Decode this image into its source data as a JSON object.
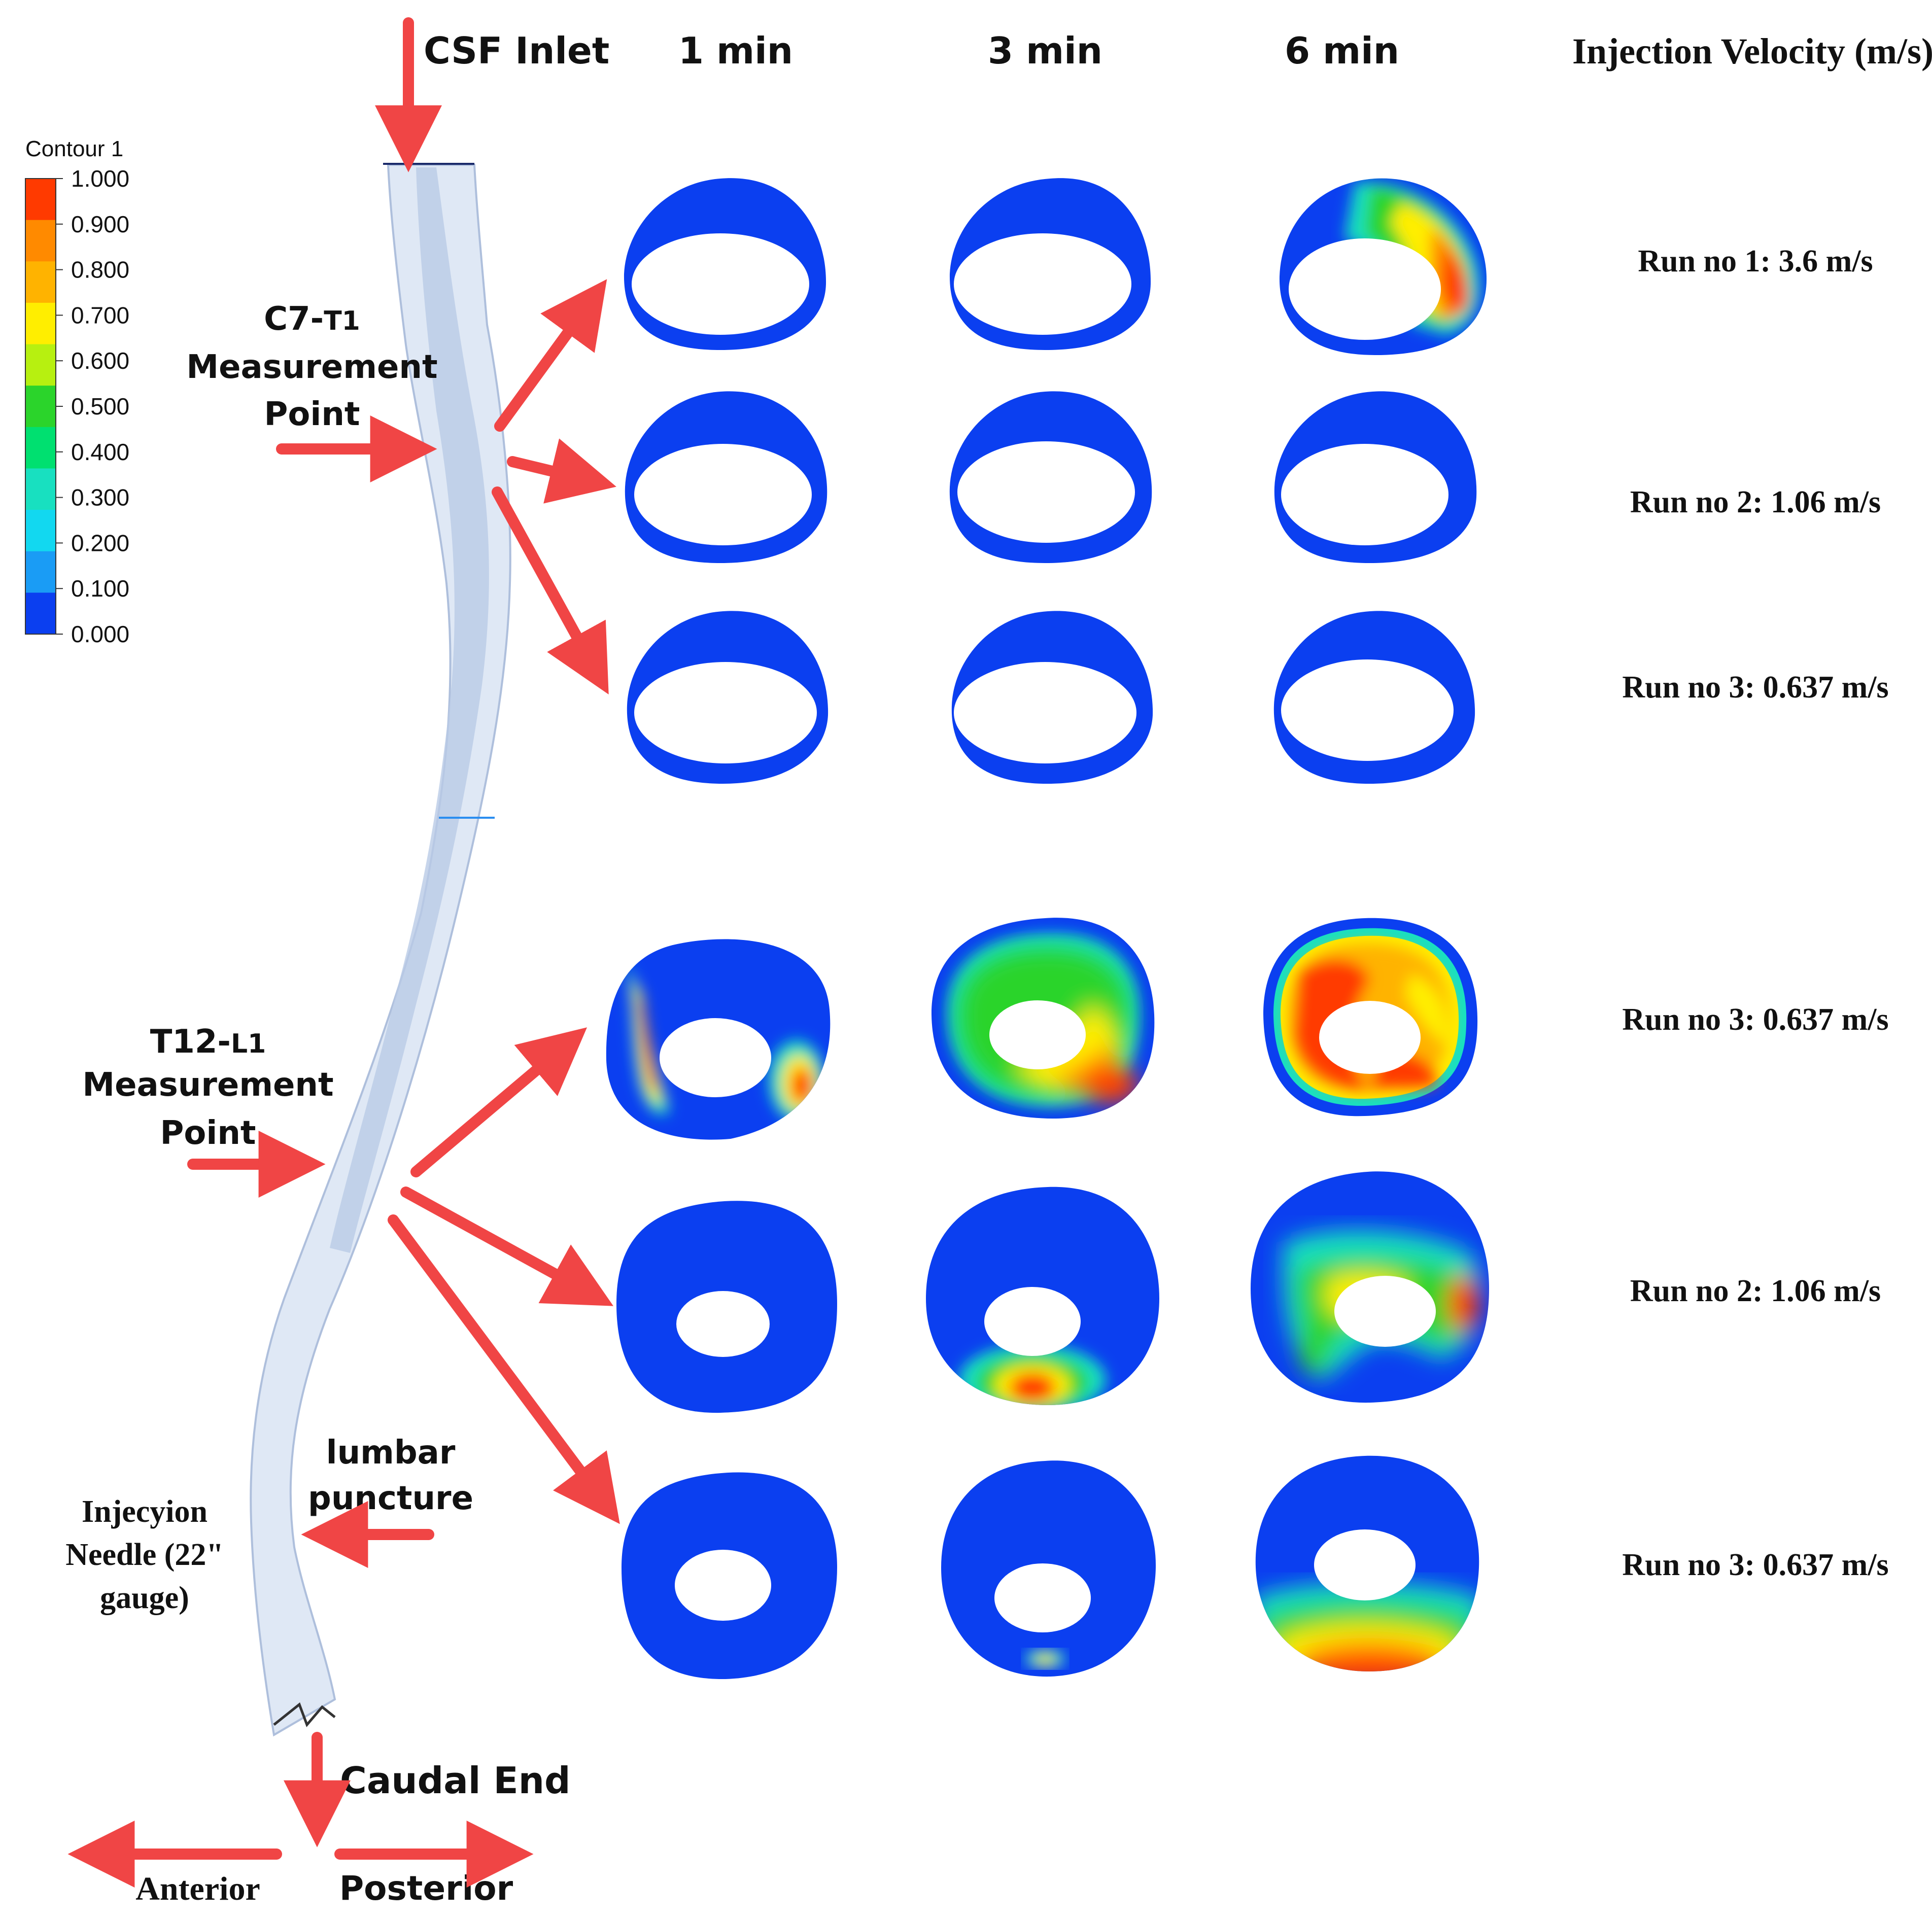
{
  "colors": {
    "blue": "#0b3ff0",
    "arrow": "#f04545",
    "spine_fill": "#dfe8f5",
    "spine_core": "#b9cbe6"
  },
  "legend": {
    "title": "Contour 1",
    "ticks": [
      "1.000",
      "0.900",
      "0.800",
      "0.700",
      "0.600",
      "0.500",
      "0.400",
      "0.300",
      "0.200",
      "0.100",
      "0.000"
    ],
    "colors": [
      "#ff3a00",
      "#ff8a00",
      "#ffb300",
      "#ffee00",
      "#b7f010",
      "#2bd42b",
      "#00e070",
      "#18e0c0",
      "#12d8f0",
      "#1a9cf5",
      "#0b3ff0"
    ]
  },
  "headers": {
    "inlet": "CSF Inlet",
    "times": [
      "1 min",
      "3 min",
      "6 min"
    ],
    "velocity": "Injection Velocity (m/s)"
  },
  "side_labels": {
    "c7_1": "C7-",
    "c7_2": "T1",
    "c7_meas": "Measurement",
    "c7_point": "Point",
    "t12_1": "T12-",
    "t12_2": "L1",
    "t12_meas": "Measurement",
    "t12_point": "Point",
    "lumbar": "lumbar",
    "puncture": "puncture",
    "needle_1": "Injecyion",
    "needle_2": "Needle (22\"",
    "needle_3": "gauge)",
    "caudal": "Caudal End",
    "anterior": "Anterior",
    "posterior": "Posterior"
  },
  "runs": [
    "Run no 1: 3.6 m/s",
    "Run no 2: 1.06 m/s",
    "Run no 3: 0.637 m/s",
    "Run no 3: 0.637 m/s",
    "Run no 2: 1.06 m/s",
    "Run no 3: 0.637 m/s"
  ]
}
